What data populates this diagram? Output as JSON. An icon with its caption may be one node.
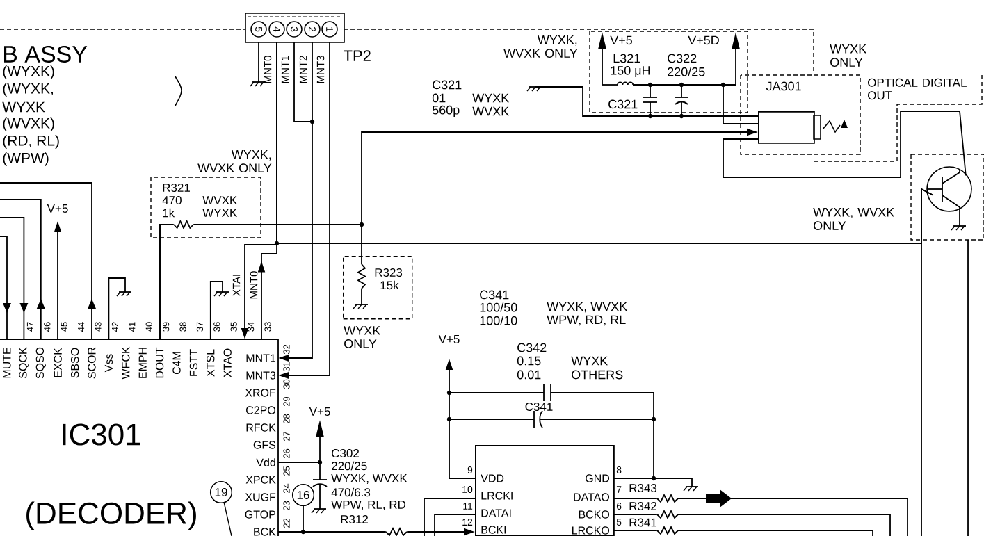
{
  "diagram": {
    "nodes": [
      {
        "text": [
          "5",
          "4",
          "3",
          "2",
          "1"
        ],
        "beside": [
          "TP2"
        ]
      },
      {
        "text": [
          "IC301",
          "(DECODER)"
        ]
      },
      {
        "text": [
          "JA301"
        ]
      },
      {
        "text": [],
        "shape": "box"
      },
      {
        "text": [
          "R323",
          "15k"
        ],
        "beside": [
          "WYXK ONLY"
        ]
      },
      {
        "text": [],
        "shape": "circle"
      }
    ],
    "edges": [
      {
        "from": 1,
        "to": 0,
        "arrow": "to"
      },
      {
        "from": 0,
        "to": 1,
        "arrow": "to"
      },
      {
        "from": 0,
        "to": 1,
        "arrow": "to"
      },
      {
        "from": 0,
        "to": 1,
        "arrow": "to"
      },
      {
        "from": 1,
        "to": 2,
        "arrow": "to"
      },
      {
        "from": 1,
        "to": 4,
        "arrow": "none"
      },
      {
        "from": 1,
        "to": 3,
        "arrow": "to"
      },
      {
        "from": 2,
        "to": 5,
        "arrow": "none"
      },
      {
        "from": 0,
        "to": 5,
        "arrow": "none"
      },
      {
        "from": 5,
        "to": null,
        "arrow": "none"
      },
      {
        "from": 1,
        "to": null,
        "arrow": "to"
      },
      {
        "from": 3,
        "to": null,
        "arrow": "to"
      }
    ],
    "labels": [
      "B ASSY",
      "(WYXK)",
      "(WYXK,",
      "WYXK",
      "(WVXK)",
      "(RD, RL)",
      "(WPW)",
      "MNT0",
      "MNT1",
      "MNT2",
      "MNT3",
      "WYXK, WVXK ONLY",
      "WYXK, WVXK ONLY",
      "C321",
      "01",
      "WYXK",
      "560p",
      "WVXK",
      "V+5",
      "V+5D",
      "L321",
      "150 μH",
      "C322",
      "220/25",
      "C321",
      "WYXK ONLY",
      "OPTICAL DIGITAL OUT",
      "R321",
      "470",
      "WVXK",
      "1k",
      "WYXK",
      "V+5",
      "WYXK, WVXK ONLY",
      "C341",
      "100/50",
      "WYXK, WVXK",
      "100/10",
      "WPW, RD, RL",
      "XTAI",
      "MNT0",
      "47",
      "46",
      "45",
      "44",
      "43",
      "42",
      "41",
      "40",
      "39",
      "38",
      "37",
      "36",
      "35",
      "34",
      "33",
      "MUTE",
      "SQCK",
      "SQSO",
      "EXCK",
      "SBSO",
      "SCOR",
      "Vss",
      "WFCK",
      "EMPH",
      "DOUT",
      "C4M",
      "FSTT",
      "XTSL",
      "XTAO",
      "32",
      "31",
      "30",
      "29",
      "28",
      "27",
      "26",
      "25",
      "24",
      "23",
      "22",
      "MNT1",
      "MNT3",
      "XROF",
      "C2PO",
      "RFCK",
      "GFS",
      "Vdd",
      "XPCK",
      "XUGF",
      "GTOP",
      "BCK",
      "19",
      "16",
      "V+5",
      "C302",
      "220/25",
      "WYXK, WVXK",
      "470/6.3",
      "WPW, RL, RD",
      "R312",
      "V+5",
      "C342",
      "0.15",
      "WYXK",
      "0.01",
      "OTHERS",
      "C341",
      "VDD",
      "LRCKI",
      "DATAI",
      "BCKI",
      "9",
      "10",
      "11",
      "12",
      "GND",
      "DATAO",
      "BCKO",
      "LRCKO",
      "8",
      "7",
      "6",
      "5",
      "R343",
      "R342",
      "R341"
    ]
  }
}
